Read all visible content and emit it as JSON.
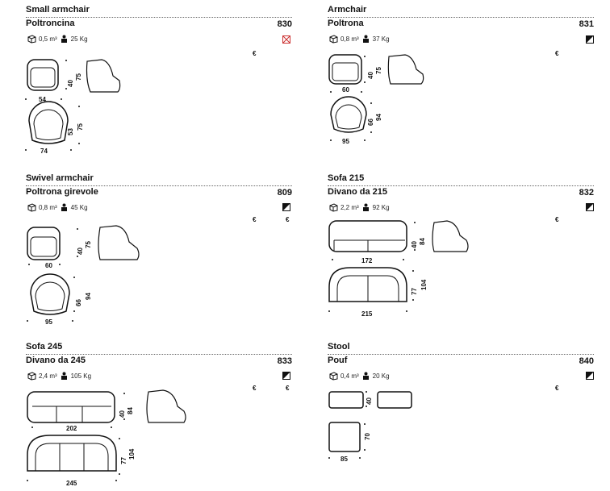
{
  "products": [
    {
      "id": "small-armchair",
      "title_en": "Small armchair",
      "title_it": "Poltroncina",
      "code": "830",
      "volume": "0,5 m³",
      "weight": "25 Kg",
      "euro": "€",
      "dims": {
        "width": "54",
        "height_seat": "40",
        "height": "75",
        "plan_width": "74",
        "plan_depth": "53",
        "plan_height": "75"
      }
    },
    {
      "id": "armchair",
      "title_en": "Armchair",
      "title_it": "Poltrona",
      "code": "831",
      "volume": "0,8 m³",
      "weight": "37 Kg",
      "euro": "€",
      "dims": {
        "width": "60",
        "height_seat": "40",
        "height": "75",
        "plan_width": "95",
        "plan_depth": "66",
        "plan_height": "94"
      }
    },
    {
      "id": "swivel-armchair",
      "title_en": "Swivel armchair",
      "title_it": "Poltrona girevole",
      "code": "809",
      "volume": "0,8 m³",
      "weight": "45 Kg",
      "euro": "€",
      "dims": {
        "width": "60",
        "height_seat": "40",
        "height": "75",
        "plan_width": "95",
        "plan_depth": "66",
        "plan_height": "94"
      }
    },
    {
      "id": "sofa-215",
      "title_en": "Sofa 215",
      "title_it": "Divano da 215",
      "code": "832",
      "volume": "2,2 m³",
      "weight": "92 Kg",
      "euro": "€",
      "dims": {
        "width": "172",
        "height_seat": "40",
        "height": "84",
        "plan_width": "215",
        "plan_depth": "77",
        "plan_height": "104"
      }
    },
    {
      "id": "sofa-245",
      "title_en": "Sofa 245",
      "title_it": "Divano da 245",
      "code": "833",
      "volume": "2,4 m³",
      "weight": "105 Kg",
      "euro": "€",
      "dims": {
        "width": "202",
        "height_seat": "40",
        "height": "84",
        "plan_width": "245",
        "plan_depth": "77",
        "plan_height": "104"
      }
    },
    {
      "id": "stool",
      "title_en": "Stool",
      "title_it": "Pouf",
      "code": "840",
      "volume": "0,4 m³",
      "weight": "20 Kg",
      "euro": "€",
      "dims": {
        "width": "",
        "height_seat": "40",
        "height": "",
        "plan_width": "85",
        "plan_depth": "70",
        "plan_height": ""
      }
    }
  ]
}
